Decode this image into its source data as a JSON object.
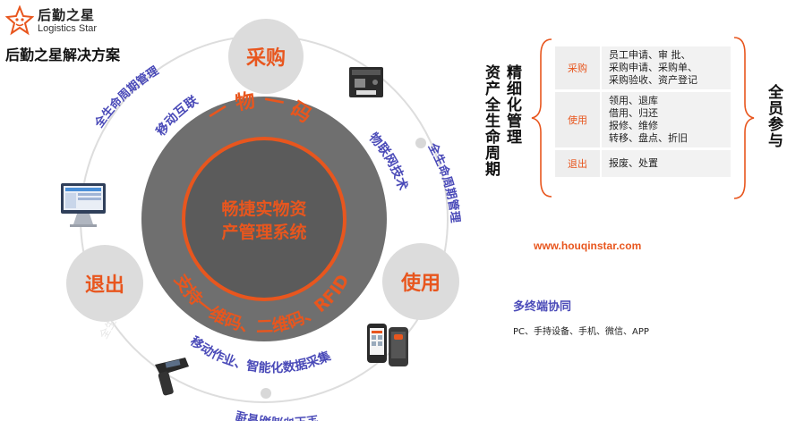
{
  "logo": {
    "name_cn": "后勤之星",
    "name_en": "Logistics Star"
  },
  "solution_title": "后勤之星解决方案",
  "center": {
    "line1": "畅捷实物资",
    "line2": "产管理系统"
  },
  "inner_ring": {
    "top_text": "一 物 一 码",
    "bottom_text": "支持一维码、二维码、RFID"
  },
  "stages": {
    "purchase": "采购",
    "use": "使用",
    "exit": "退出"
  },
  "ring_labels": {
    "mobile_link": "移动互联",
    "iot": "物联网技术",
    "mobile_ops": "移动作业、智能化数据采集",
    "lifecycle": "全生命周期管理",
    "ghost": "全生"
  },
  "right_panel": {
    "vertical_left_1": "资产全生命周期",
    "vertical_left_2": "精细化管理",
    "vertical_right": "全员参与",
    "rows": [
      {
        "category": "采购",
        "items": [
          "员工申请、审 批、",
          "采购申请、采购单、",
          "采购验收、资产登记"
        ]
      },
      {
        "category": "使用",
        "items": [
          "领用、退库",
          "借用、归还",
          "报修、维修",
          "转移、盘点、折旧"
        ]
      },
      {
        "category": "退出",
        "items": [
          "报废、处置"
        ]
      }
    ],
    "website": "www.houqinstar.com",
    "multi_terminal_title": "多终端协同",
    "multi_terminal_desc": "PC、手持设备、手机、微信、APP"
  },
  "colors": {
    "accent": "#e8561e",
    "ring_label": "#4a4ab8",
    "dark_gray": "#6b6b6b",
    "disc": "#5a5a5a"
  },
  "icons": [
    "label-printer-icon",
    "desktop-pc-icon",
    "rugged-phone-icon",
    "handheld-scanner-icon"
  ]
}
